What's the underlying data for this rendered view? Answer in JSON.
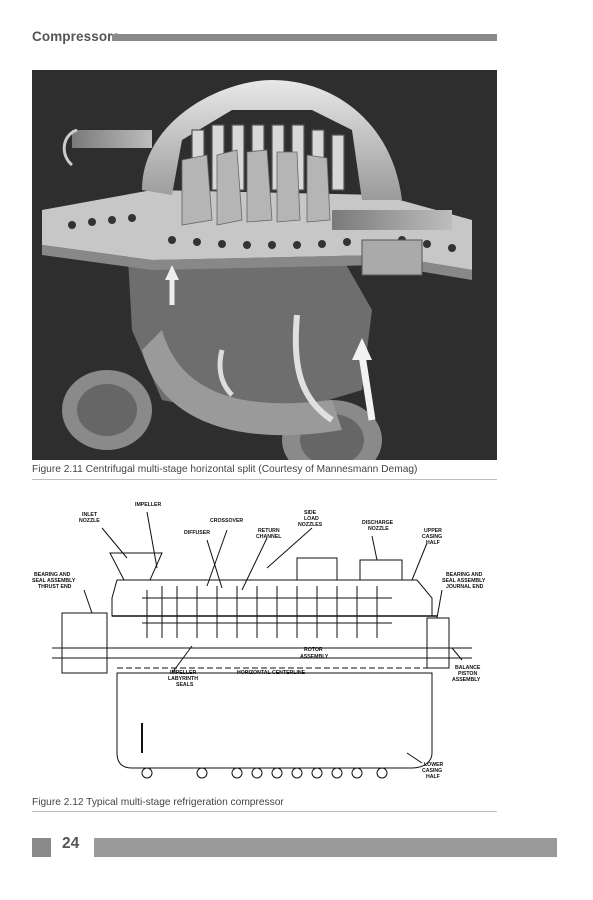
{
  "header": {
    "title": "Compressors"
  },
  "figure1": {
    "caption": "Figure 2.11 Centrifugal multi-stage horizontal split (Courtesy of Mannesmann Demag)"
  },
  "figure2": {
    "caption": "Figure 2.12 Typical multi-stage refrigeration compressor",
    "labels": {
      "impeller": "IMPELLER",
      "inlet_1": "INLET",
      "inlet_2": "NOZZLE",
      "crossover": "CROSSOVER",
      "diffuser": "DIFFUSER",
      "return_1": "RETURN",
      "return_2": "CHANNEL",
      "side_1": "SIDE",
      "side_2": "LOAD",
      "side_3": "NOZZLES",
      "discharge_1": "DISCHARGE",
      "discharge_2": "NOZZLE",
      "upper_1": "UPPER",
      "upper_2": "CASING",
      "upper_3": "HALF",
      "bearing_thrust_1": "BEARING AND",
      "bearing_thrust_2": "SEAL ASSEMBLY",
      "bearing_thrust_3": "THRUST END",
      "bearing_journal_1": "BEARING AND",
      "bearing_journal_2": "SEAL ASSEMBLY",
      "bearing_journal_3": "JOURNAL END",
      "rotor_1": "ROTOR",
      "rotor_2": "ASSEMBLY",
      "impeller_lab_1": "IMPELLER",
      "impeller_lab_2": "LABYRINTH",
      "impeller_lab_3": "SEALS",
      "centerline": "HORIZONTAL CENTERLINE",
      "balance_1": "BALANCE",
      "balance_2": "PISTON",
      "balance_3": "ASSEMBLY",
      "lower_1": "LOWER",
      "lower_2": "CASING",
      "lower_3": "HALF"
    }
  },
  "footer": {
    "page_number": "24"
  }
}
